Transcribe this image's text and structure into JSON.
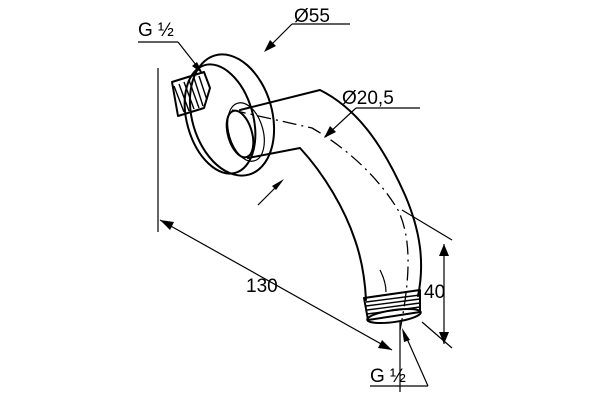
{
  "dimensions": {
    "inlet_thread": "G ½",
    "flange_diameter": "Ø55",
    "pipe_diameter": "Ø20,5",
    "length": "130",
    "height": "40",
    "outlet_thread": "G ½"
  }
}
